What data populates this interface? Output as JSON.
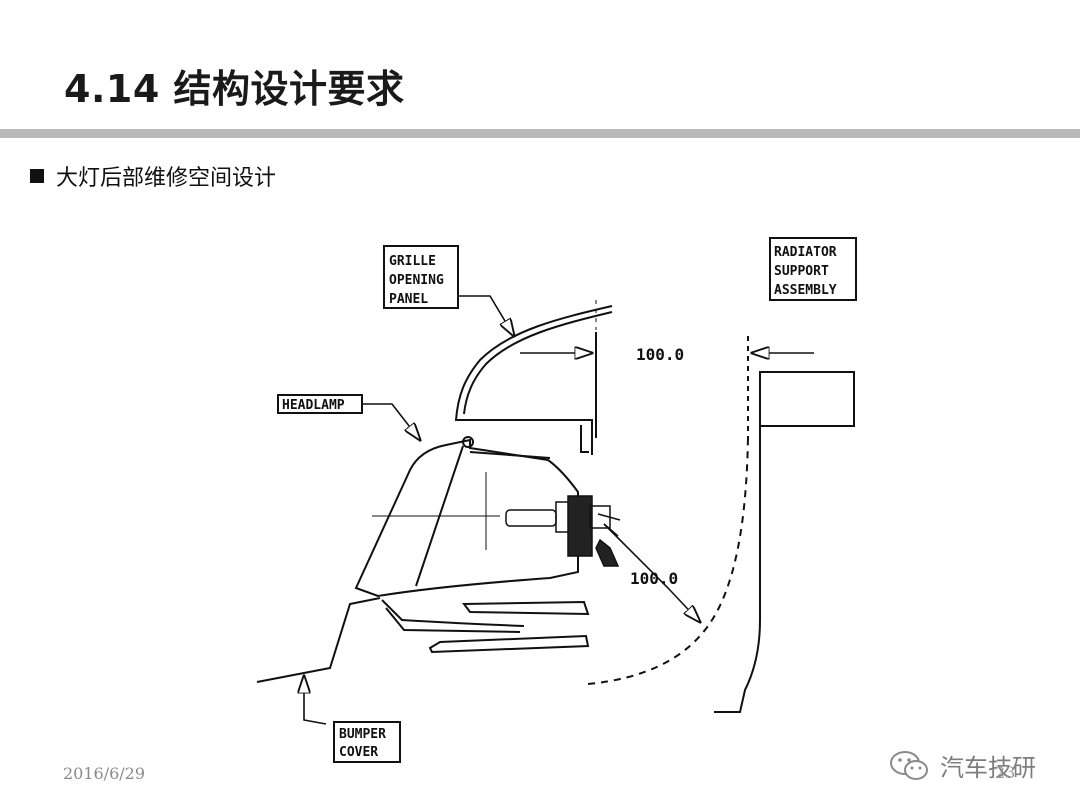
{
  "slide": {
    "title": "4.14 结构设计要求",
    "bullet": "大灯后部维修空间设计",
    "date": "2016/6/29",
    "page": "23"
  },
  "watermark": {
    "text": "汽车技研",
    "icon": "wechat-icon"
  },
  "diagram": {
    "labels": {
      "grille": [
        "GRILLE",
        "OPENING",
        "PANEL"
      ],
      "radiator": [
        "RADIATOR",
        "SUPPORT",
        "ASSEMBLY"
      ],
      "headlamp": "HEADLAMP",
      "bumper": [
        "BUMPER",
        "COVER"
      ]
    },
    "dimensions": {
      "top": "100.0",
      "rear": "100.0"
    }
  }
}
